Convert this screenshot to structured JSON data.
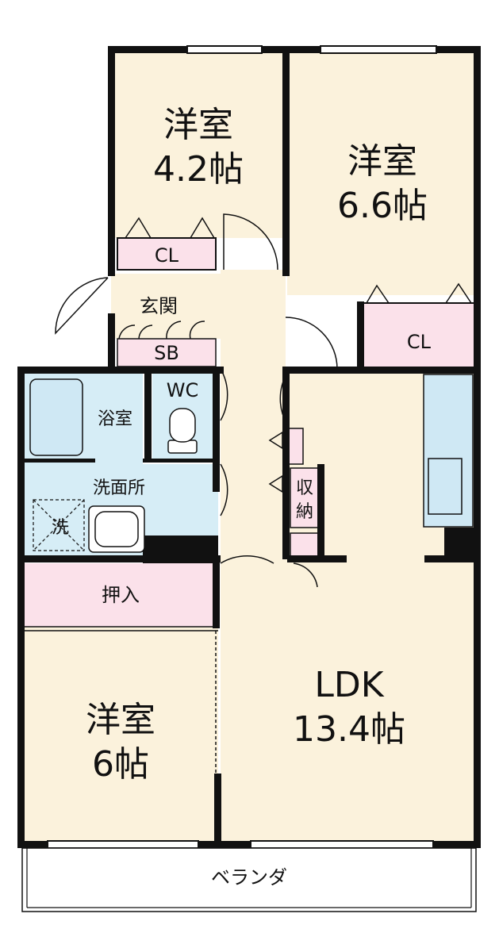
{
  "floor_plan": {
    "colors": {
      "wall": "#111111",
      "room_cream": "#fbf2dc",
      "storage_pink": "#fbe1ea",
      "wet_blue": "#d6edf6",
      "fixture_blue": "#cfe8f4",
      "balcony": "#ffffff"
    },
    "rooms": {
      "bedroom_north_west": {
        "name": "洋室",
        "size": "4.2帖"
      },
      "bedroom_north_east": {
        "name": "洋室",
        "size": "6.6帖"
      },
      "bedroom_south_west": {
        "name": "洋室",
        "size": "6帖"
      },
      "ldk": {
        "name": "LDK",
        "size": "13.4帖"
      }
    },
    "storage": {
      "closet_west": "CL",
      "closet_east": "CL",
      "shoe_box": "SB",
      "oshiire": "押入",
      "shuno": "収納"
    },
    "wet_area": {
      "bath": "浴室",
      "toilet": "WC",
      "washroom": "洗面所",
      "washer": "洗"
    },
    "entrance": "玄関",
    "balcony": "ベランダ"
  }
}
